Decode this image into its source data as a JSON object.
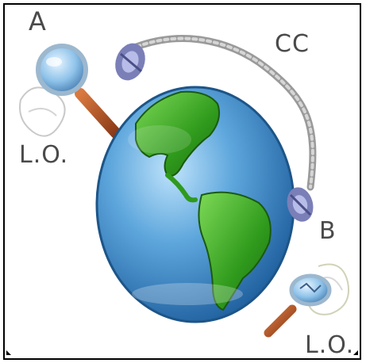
{
  "diagram": {
    "labels": {
      "a": "A",
      "cc": "CC",
      "lo_top": "L.O.",
      "b": "B",
      "lo_bottom": "L.O."
    },
    "colors": {
      "ocean": "#3f88c9",
      "land": "#2f9a1c",
      "cable": "#8f8f8f",
      "handle": "#b0522a",
      "text": "#4a4a4a"
    },
    "icons": [
      "globe-icon",
      "magnifier-icon",
      "satellite-icon",
      "coil-cable-icon"
    ]
  }
}
